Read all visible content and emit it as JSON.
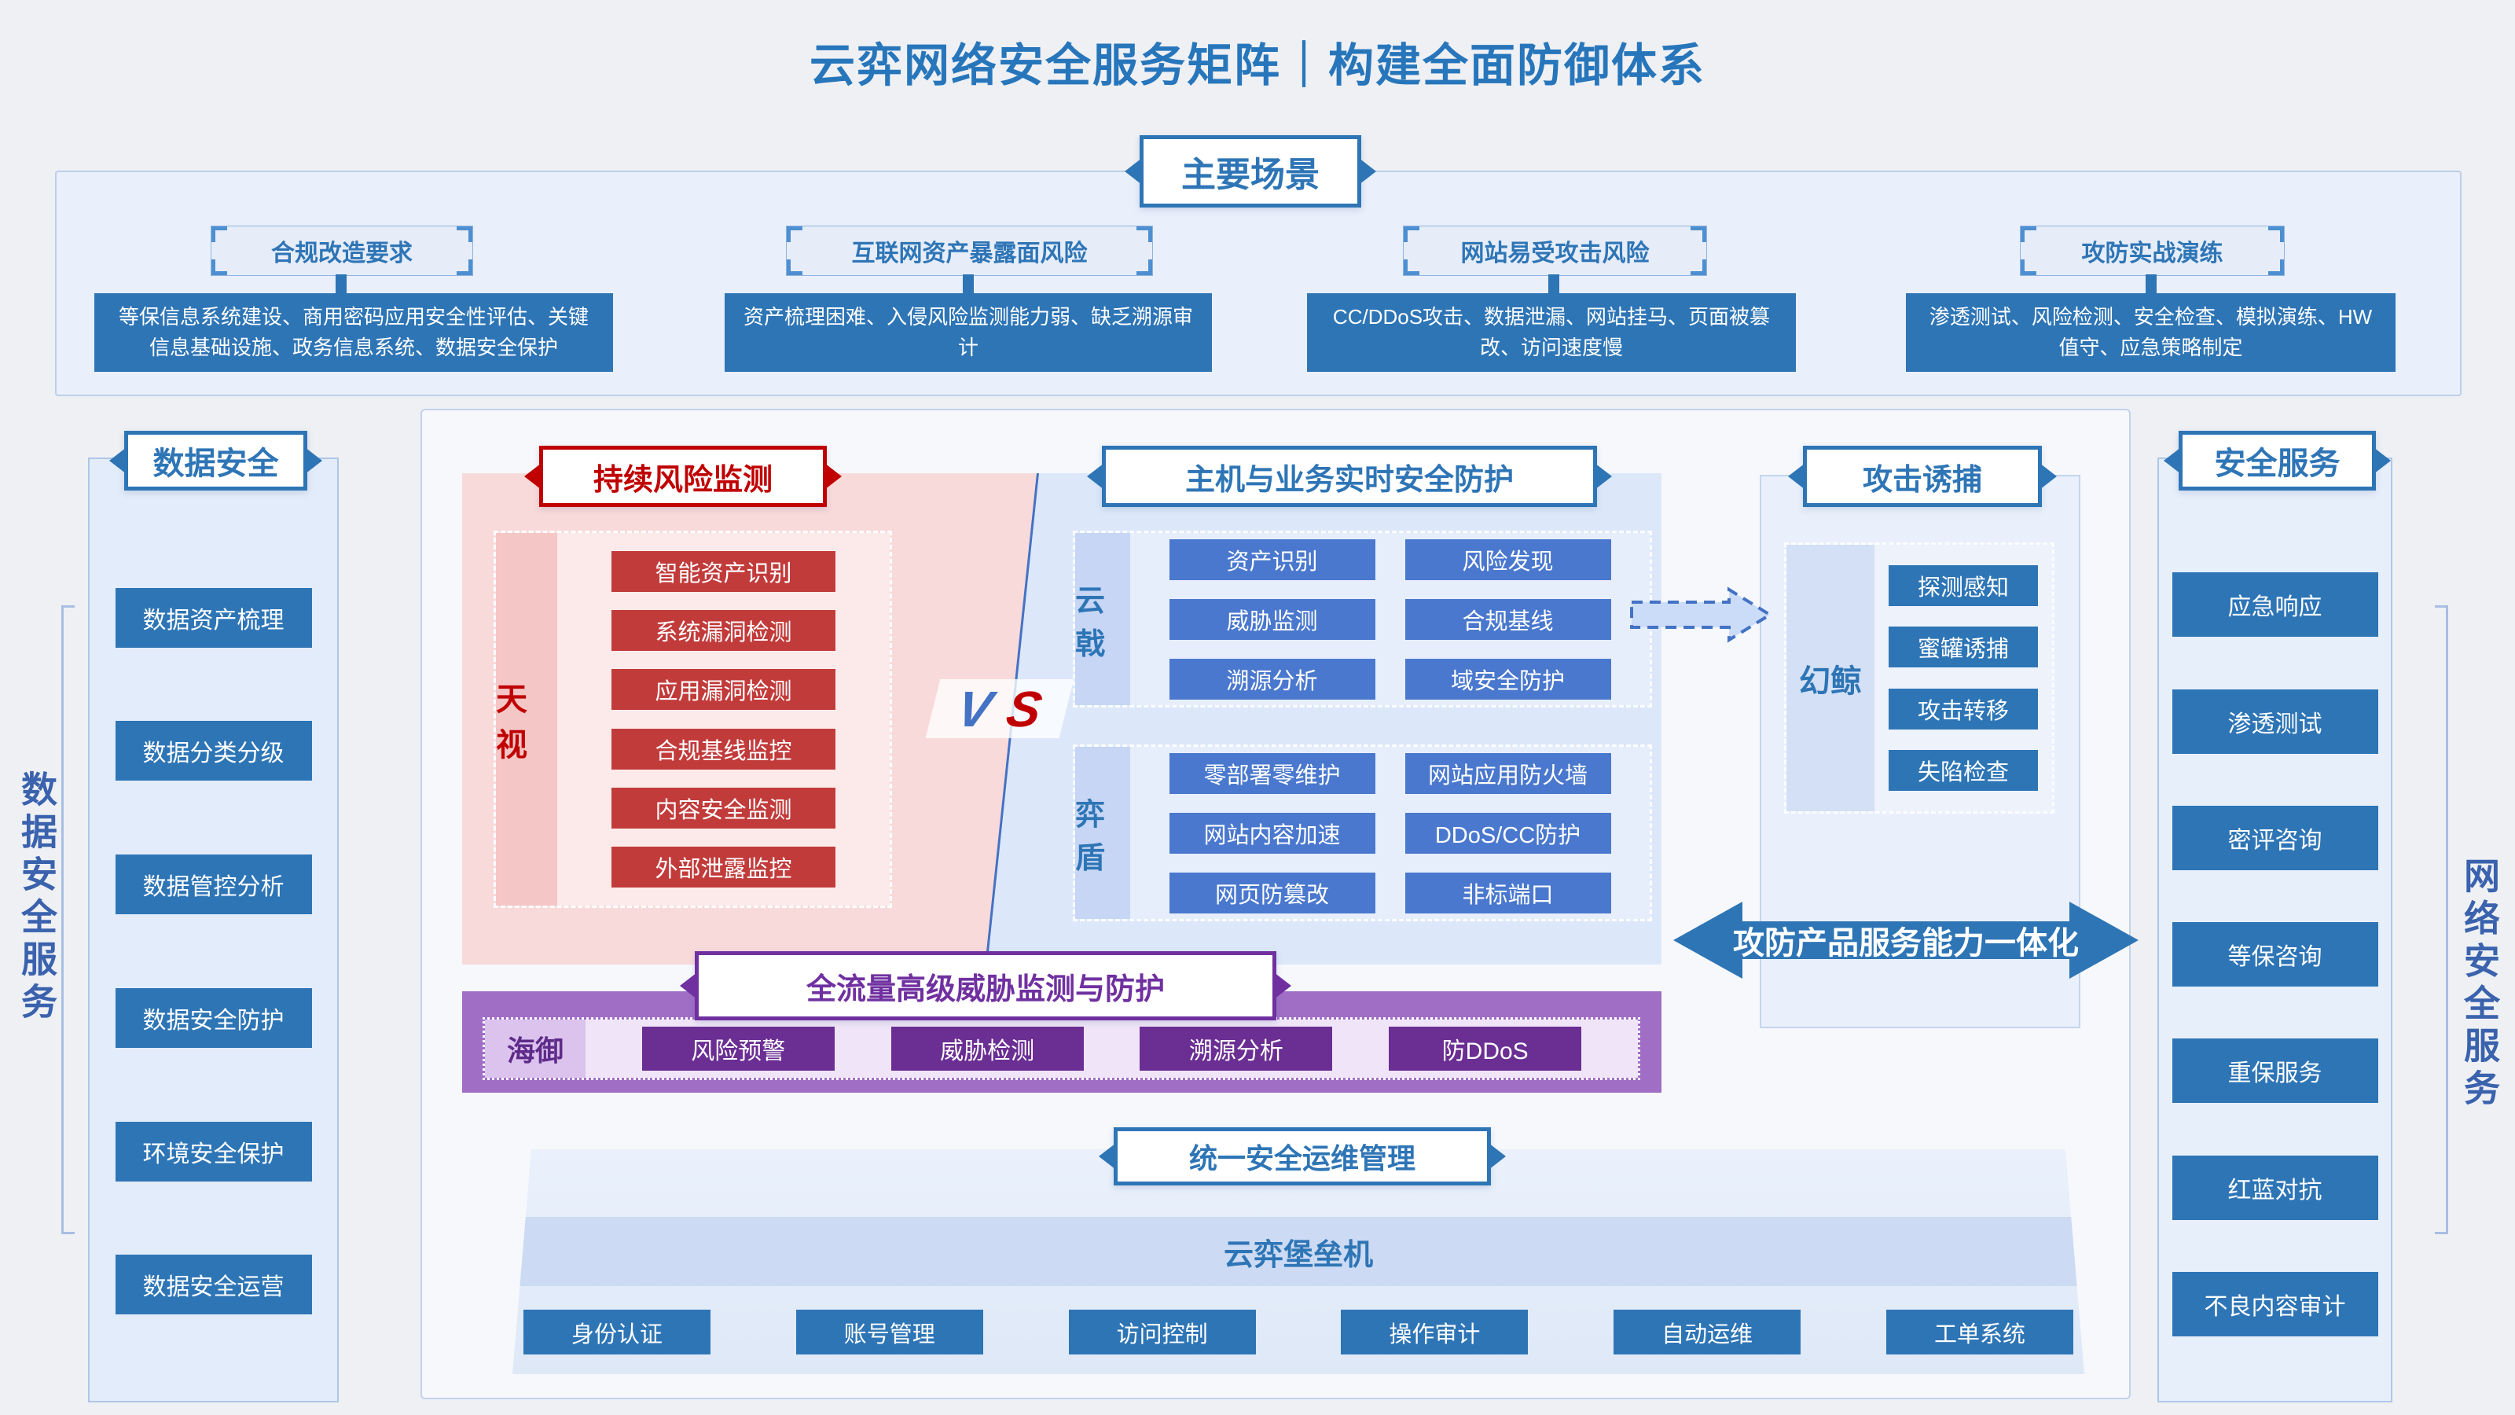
{
  "page_title": "云弈网络安全服务矩阵｜构建全面防御体系",
  "colors": {
    "primary_blue": "#2E75B6",
    "royal_blue": "#4A78CE",
    "title_blue": "#2776BB",
    "red": "#C00000",
    "button_red": "#C23B3B",
    "purple_header": "#7030A0",
    "purple_band": "#A06EC5",
    "button_purple": "#6B2E93",
    "panel_light_blue": "#E3ECFA",
    "pink_panel": "#F9DADA"
  },
  "scenarios": {
    "header": "主要场景",
    "items": [
      {
        "label": "合规改造要求",
        "desc": "等保信息系统建设、商用密码应用安全性评估、关键信息基础设施、政务信息系统、数据安全保护"
      },
      {
        "label": "互联网资产暴露面风险",
        "desc": "资产梳理困难、入侵风险监测能力弱、缺乏溯源审计"
      },
      {
        "label": "网站易受攻击风险",
        "desc": "CC/DDoS攻击、数据泄漏、网站挂马、页面被篡改、访问速度慢"
      },
      {
        "label": "攻防实战演练",
        "desc": "渗透测试、风险检测、安全检查、模拟演练、HW值守、应急策略制定"
      }
    ]
  },
  "data_security": {
    "header": "数据安全",
    "side_label": "数据安全服务",
    "items": [
      "数据资产梳理",
      "数据分类分级",
      "数据管控分析",
      "数据安全防护",
      "环境安全保护",
      "数据安全运营"
    ]
  },
  "risk_monitoring": {
    "header": "持续风险监测",
    "product": "天视",
    "items": [
      "智能资产识别",
      "系统漏洞检测",
      "应用漏洞检测",
      "合规基线监控",
      "内容安全监测",
      "外部泄露监控"
    ]
  },
  "versus": {
    "left": "V",
    "right": "S"
  },
  "host_protection": {
    "header": "主机与业务实时安全防护",
    "products": [
      {
        "name": "云戟",
        "items": [
          "资产识别",
          "风险发现",
          "威胁监测",
          "合规基线",
          "溯源分析",
          "域安全防护"
        ]
      },
      {
        "name": "弈盾",
        "items": [
          "零部署零维护",
          "网站应用防火墙",
          "网站内容加速",
          "DDoS/CC防护",
          "网页防篡改",
          "非标端口"
        ]
      }
    ]
  },
  "traffic_protection": {
    "header": "全流量高级威胁监测与防护",
    "product": "海御",
    "items": [
      "风险预警",
      "威胁检测",
      "溯源分析",
      "防DDoS"
    ]
  },
  "attack_trapping": {
    "header": "攻击诱捕",
    "product": "幻鲸",
    "items": [
      "探测感知",
      "蜜罐诱捕",
      "攻击转移",
      "失陷检查"
    ]
  },
  "security_services": {
    "header": "安全服务",
    "side_label": "网络安全服务",
    "items": [
      "应急响应",
      "渗透测试",
      "密评咨询",
      "等保咨询",
      "重保服务",
      "红蓝对抗",
      "不良内容审计"
    ]
  },
  "ops_management": {
    "header": "统一安全运维管理",
    "product": "云弈堡垒机",
    "items": [
      "身份认证",
      "账号管理",
      "访问控制",
      "操作审计",
      "自动运维",
      "工单系统"
    ]
  },
  "integration_arrow_label": "攻防产品服务能力一体化"
}
